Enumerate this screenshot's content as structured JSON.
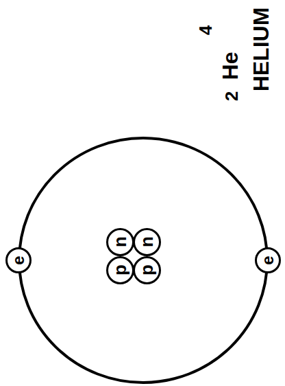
{
  "diagram": {
    "title": "HELIUM",
    "nodes": [
      {
        "text": [
          "e"
        ]
      },
      {
        "text": [
          "n"
        ]
      },
      {
        "text": [
          "n"
        ]
      },
      {
        "text": [
          "p"
        ]
      },
      {
        "text": [
          "p"
        ]
      },
      {
        "text": [
          "e"
        ]
      }
    ],
    "labels": [
      "2",
      "He",
      "4"
    ]
  }
}
